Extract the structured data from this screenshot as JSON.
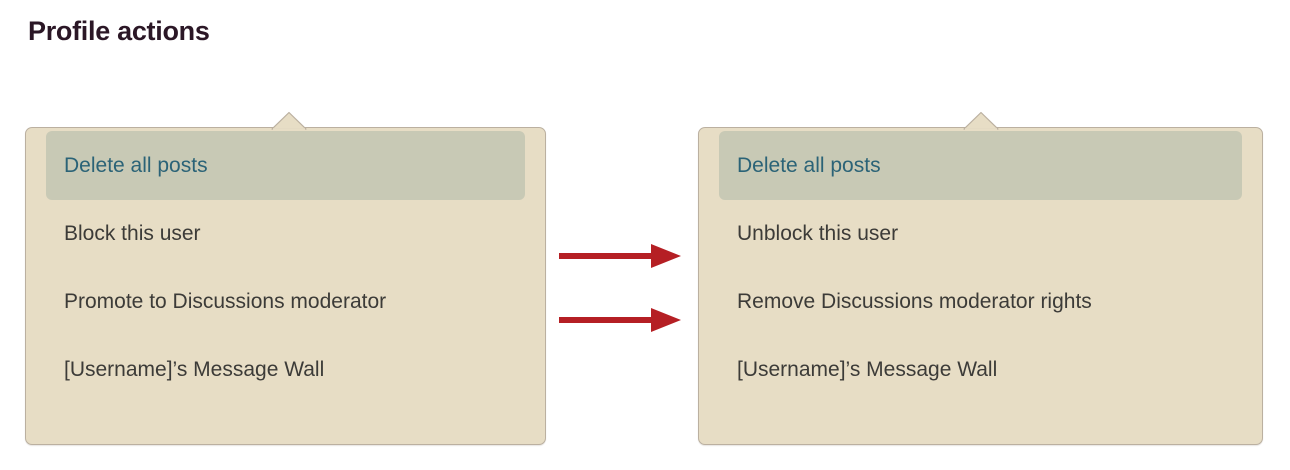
{
  "page": {
    "title": "Profile actions",
    "background_color": "#ffffff"
  },
  "colors": {
    "title_text": "#2b1726",
    "panel_background": "#e7ddc5",
    "panel_border": "#bbb0a0",
    "highlight_background": "#c8c9b5",
    "highlight_text": "#2b6377",
    "item_text": "#3c3b38",
    "arrow": "#b51f24"
  },
  "panels": [
    {
      "id": "before",
      "items": [
        {
          "label": "Delete all posts",
          "highlighted": true
        },
        {
          "label": "Block this user",
          "highlighted": false
        },
        {
          "label": "Promote to Discussions moderator",
          "highlighted": false
        },
        {
          "label": "[Username]’s Message Wall",
          "highlighted": false
        }
      ]
    },
    {
      "id": "after",
      "items": [
        {
          "label": "Delete all posts",
          "highlighted": true
        },
        {
          "label": "Unblock this user",
          "highlighted": false
        },
        {
          "label": "Remove Discussions moderator rights",
          "highlighted": false
        },
        {
          "label": "[Username]’s Message Wall",
          "highlighted": false
        }
      ]
    }
  ],
  "arrows": [
    {
      "id": "arrow-top",
      "direction": "right",
      "color": "#b51f24"
    },
    {
      "id": "arrow-bottom",
      "direction": "right",
      "color": "#b51f24"
    }
  ]
}
